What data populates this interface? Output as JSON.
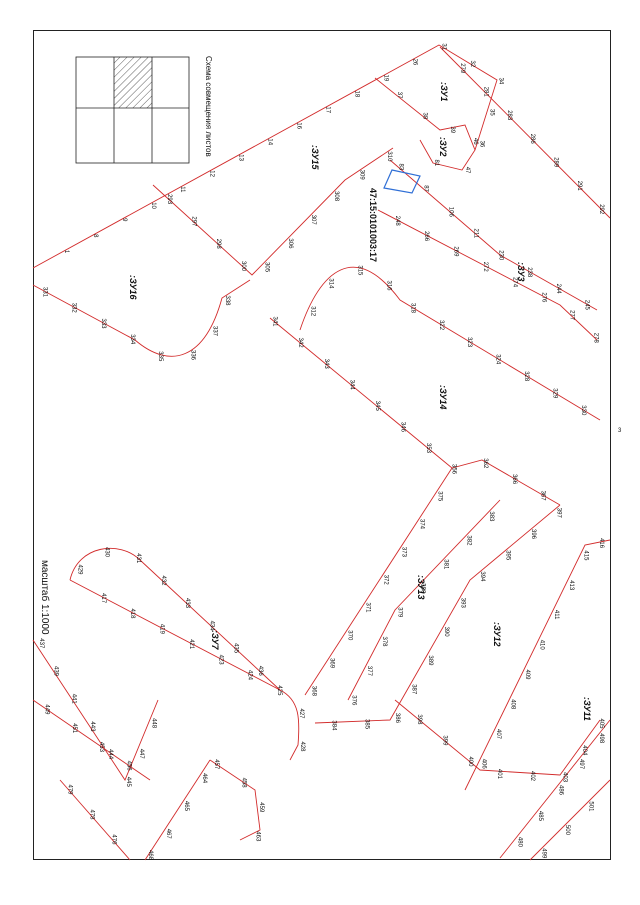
{
  "colors": {
    "boundary": "#d22b2b",
    "ink": "#111111",
    "scheme": "#222222",
    "parcel": "#2f6fd6"
  },
  "scheme": {
    "title": "Схема совмещения листов"
  },
  "scale": {
    "label": "масштаб 1:1000"
  },
  "sheet_number": "3",
  "cadastral_number": "47:15:0101003:17",
  "parcels": [
    ":ЗУ1",
    ":ЗУ2",
    ":ЗУ3",
    ":ЗУ14",
    ":ЗУ15",
    ":ЗУ16",
    ":ЗУ13",
    ":ЗУ12",
    ":ЗУ11",
    ":ЗУ7"
  ],
  "points": [
    "1",
    "8",
    "9",
    "10",
    "11",
    "12",
    "13",
    "14",
    "16",
    "17",
    "18",
    "19",
    "26",
    "31",
    "32",
    "34",
    "35",
    "36",
    "37",
    "38",
    "39",
    "46",
    "47",
    "81",
    "83",
    "87",
    "106",
    "211",
    "230",
    "238",
    "244",
    "245",
    "248",
    "266",
    "269",
    "272",
    "274",
    "276",
    "277",
    "278",
    "279",
    "281",
    "283",
    "286",
    "289",
    "291",
    "292",
    "293",
    "297",
    "298",
    "300",
    "305",
    "306",
    "307",
    "308",
    "309",
    "310",
    "312",
    "314",
    "315",
    "316",
    "318",
    "322",
    "323",
    "324",
    "328",
    "329",
    "330",
    "331",
    "332",
    "333",
    "334",
    "335",
    "336",
    "337",
    "338",
    "341",
    "342",
    "343",
    "344",
    "345",
    "346",
    "353",
    "356",
    "362",
    "366",
    "367",
    "368",
    "369",
    "370",
    "371",
    "372",
    "373",
    "374",
    "375",
    "376",
    "377",
    "378",
    "379",
    "380",
    "381",
    "382",
    "383",
    "384",
    "385",
    "386",
    "387",
    "389",
    "390",
    "393",
    "394",
    "395",
    "396",
    "397",
    "398",
    "399",
    "400",
    "401",
    "402",
    "403",
    "404",
    "405",
    "406",
    "407",
    "408",
    "409",
    "410",
    "411",
    "413",
    "415",
    "416",
    "417",
    "418",
    "419",
    "421",
    "423",
    "424",
    "425",
    "427",
    "428",
    "429",
    "430",
    "431",
    "432",
    "433",
    "434",
    "435",
    "436",
    "437",
    "439",
    "441",
    "443",
    "444",
    "445",
    "447",
    "448",
    "449",
    "451",
    "453",
    "456",
    "457",
    "458",
    "459",
    "463",
    "464",
    "465",
    "467",
    "468",
    "476",
    "478",
    "479",
    "480",
    "485",
    "486",
    "497",
    "498",
    "499",
    "500",
    "501"
  ]
}
